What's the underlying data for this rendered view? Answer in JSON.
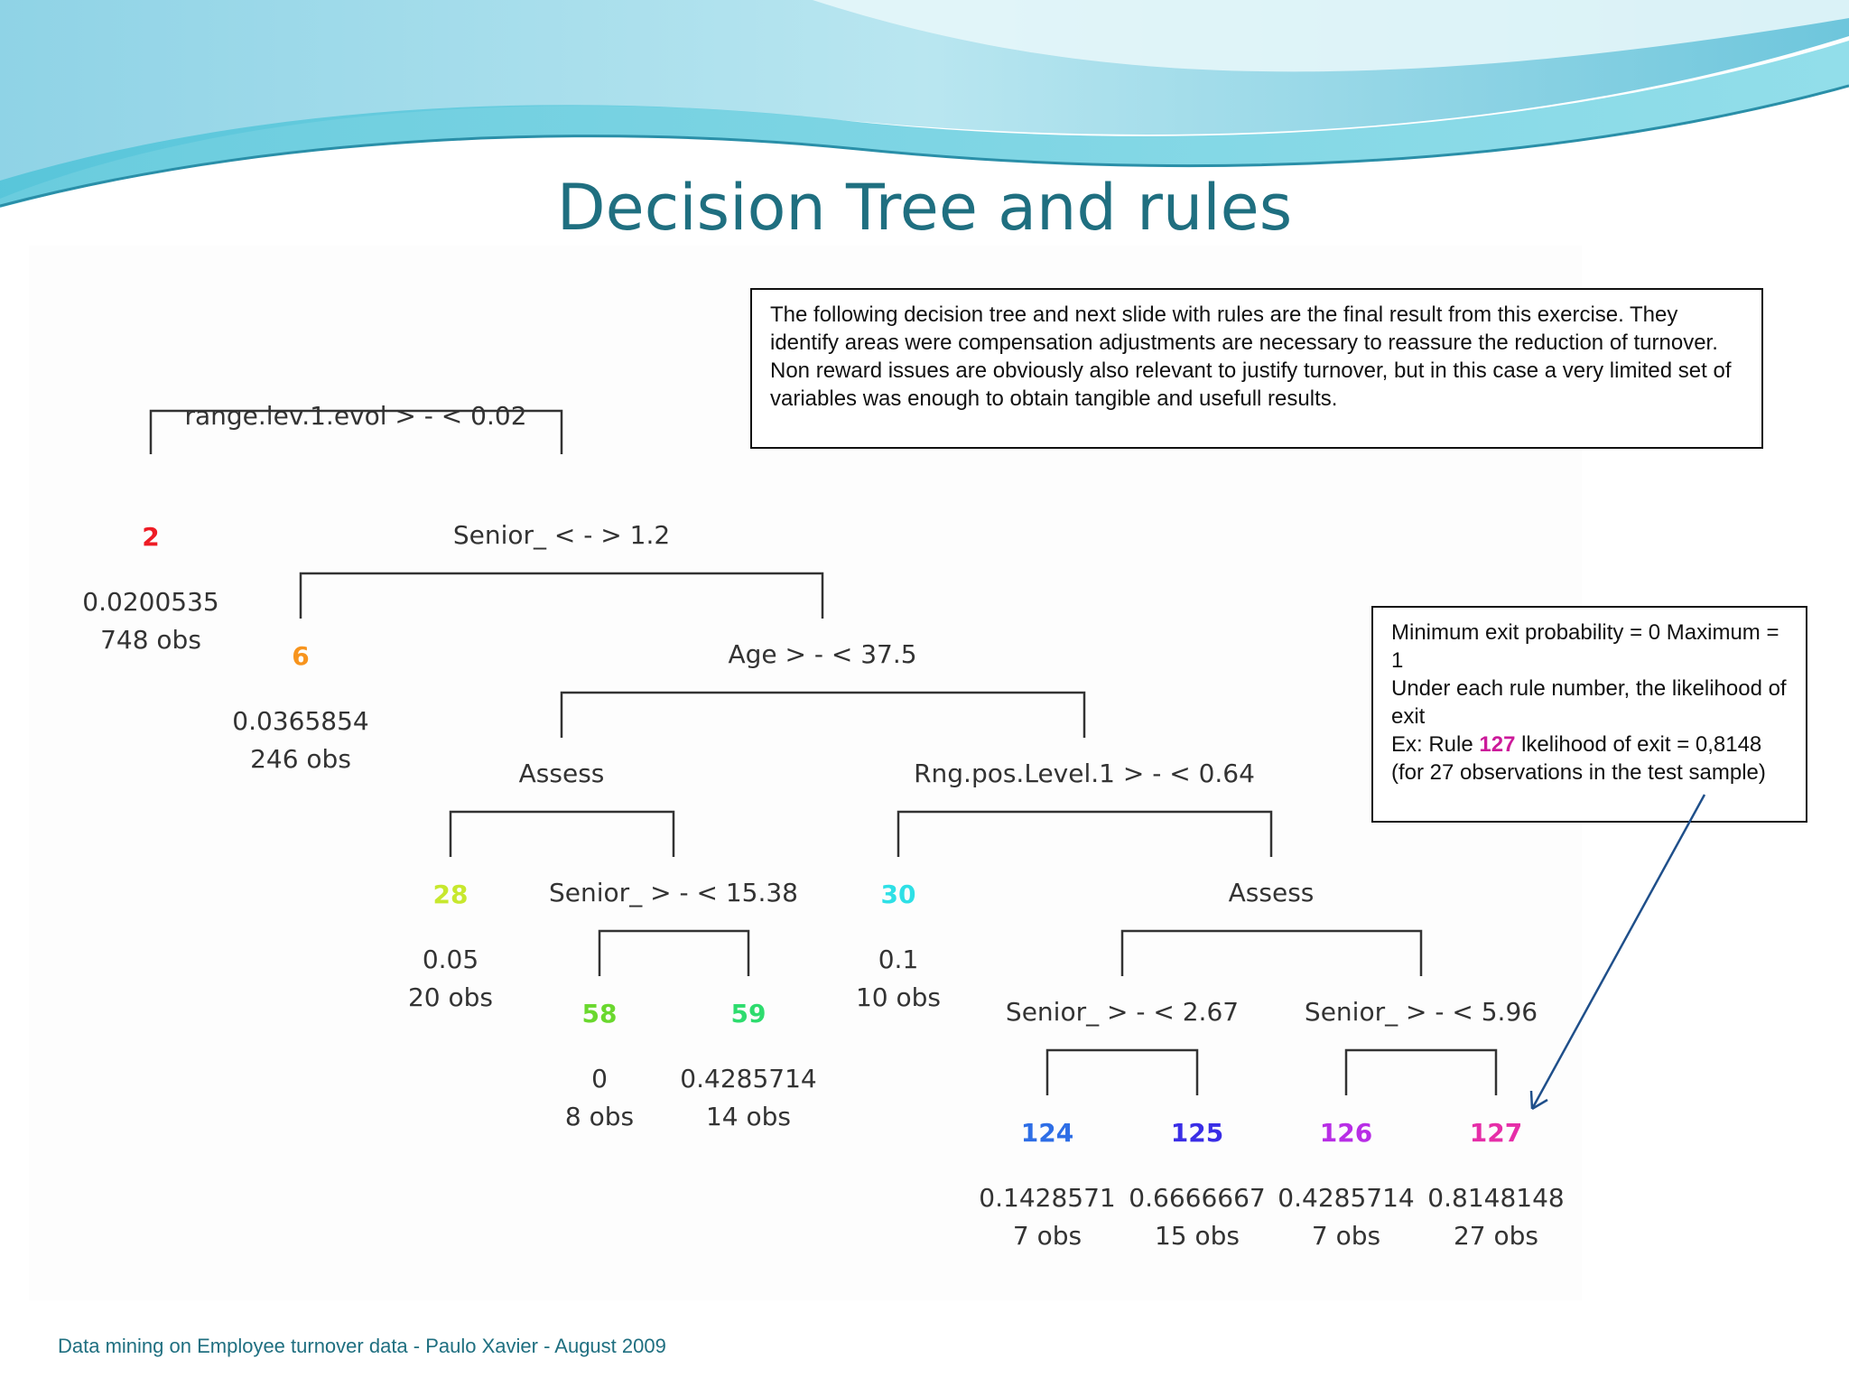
{
  "slide": {
    "title": "Decision Tree and rules",
    "footer": "Data mining on Employee turnover data - Paulo Xavier - August 2009"
  },
  "note_box": {
    "text": "The following decision tree and next slide with rules are the final result from this exercise. They identify areas were compensation adjustments are necessary to reassure the reduction of turnover. Non reward issues are obviously also relevant to justify turnover, but in this case a very limited set of variables was enough to obtain tangible and usefull results."
  },
  "legend_box": {
    "line1": "Minimum exit probability = 0 Maximum = 1",
    "line2": "Under each rule number, the likelihood of exit",
    "line3_prefix": "Ex: Rule ",
    "line3_rule": "127",
    "line3_suffix": " lkelihood of exit = 0,8148 (for 27 observations in the test sample)"
  },
  "tree": {
    "splits": [
      {
        "label": "range.lev.1.evol > -  < 0.02"
      },
      {
        "label": "Senior_ < -  > 1.2"
      },
      {
        "label": "Age > -  < 37.5"
      },
      {
        "label": "Assess"
      },
      {
        "label": "Rng.pos.Level.1 > -  < 0.64"
      },
      {
        "label": "Senior_ > -  < 15.38"
      },
      {
        "label": "Assess"
      },
      {
        "label": "Senior_ > -  < 2.67"
      },
      {
        "label": "Senior_ > -  < 5.96"
      }
    ],
    "leaves": [
      {
        "rule": "2",
        "prob": "0.0200535",
        "obs": "748 obs",
        "color": "#ee1c25"
      },
      {
        "rule": "6",
        "prob": "0.0365854",
        "obs": "246 obs",
        "color": "#f7941d"
      },
      {
        "rule": "28",
        "prob": "0.05",
        "obs": "20 obs",
        "color": "#c7e82e"
      },
      {
        "rule": "58",
        "prob": "0",
        "obs": "8 obs",
        "color": "#6ad82e"
      },
      {
        "rule": "59",
        "prob": "0.4285714",
        "obs": "14 obs",
        "color": "#2edc6e"
      },
      {
        "rule": "30",
        "prob": "0.1",
        "obs": "10 obs",
        "color": "#2ee0e6"
      },
      {
        "rule": "124",
        "prob": "0.1428571",
        "obs": "7 obs",
        "color": "#2e6ee6"
      },
      {
        "rule": "125",
        "prob": "0.6666667",
        "obs": "15 obs",
        "color": "#3a2ee6"
      },
      {
        "rule": "126",
        "prob": "0.4285714",
        "obs": "7 obs",
        "color": "#b82ee6"
      },
      {
        "rule": "127",
        "prob": "0.8148148",
        "obs": "27 obs",
        "color": "#e62ea8"
      }
    ]
  },
  "colors": {
    "title": "#1f6f80",
    "accent_wave": "#5fc8dc",
    "arrow": "#1f4f8a"
  }
}
